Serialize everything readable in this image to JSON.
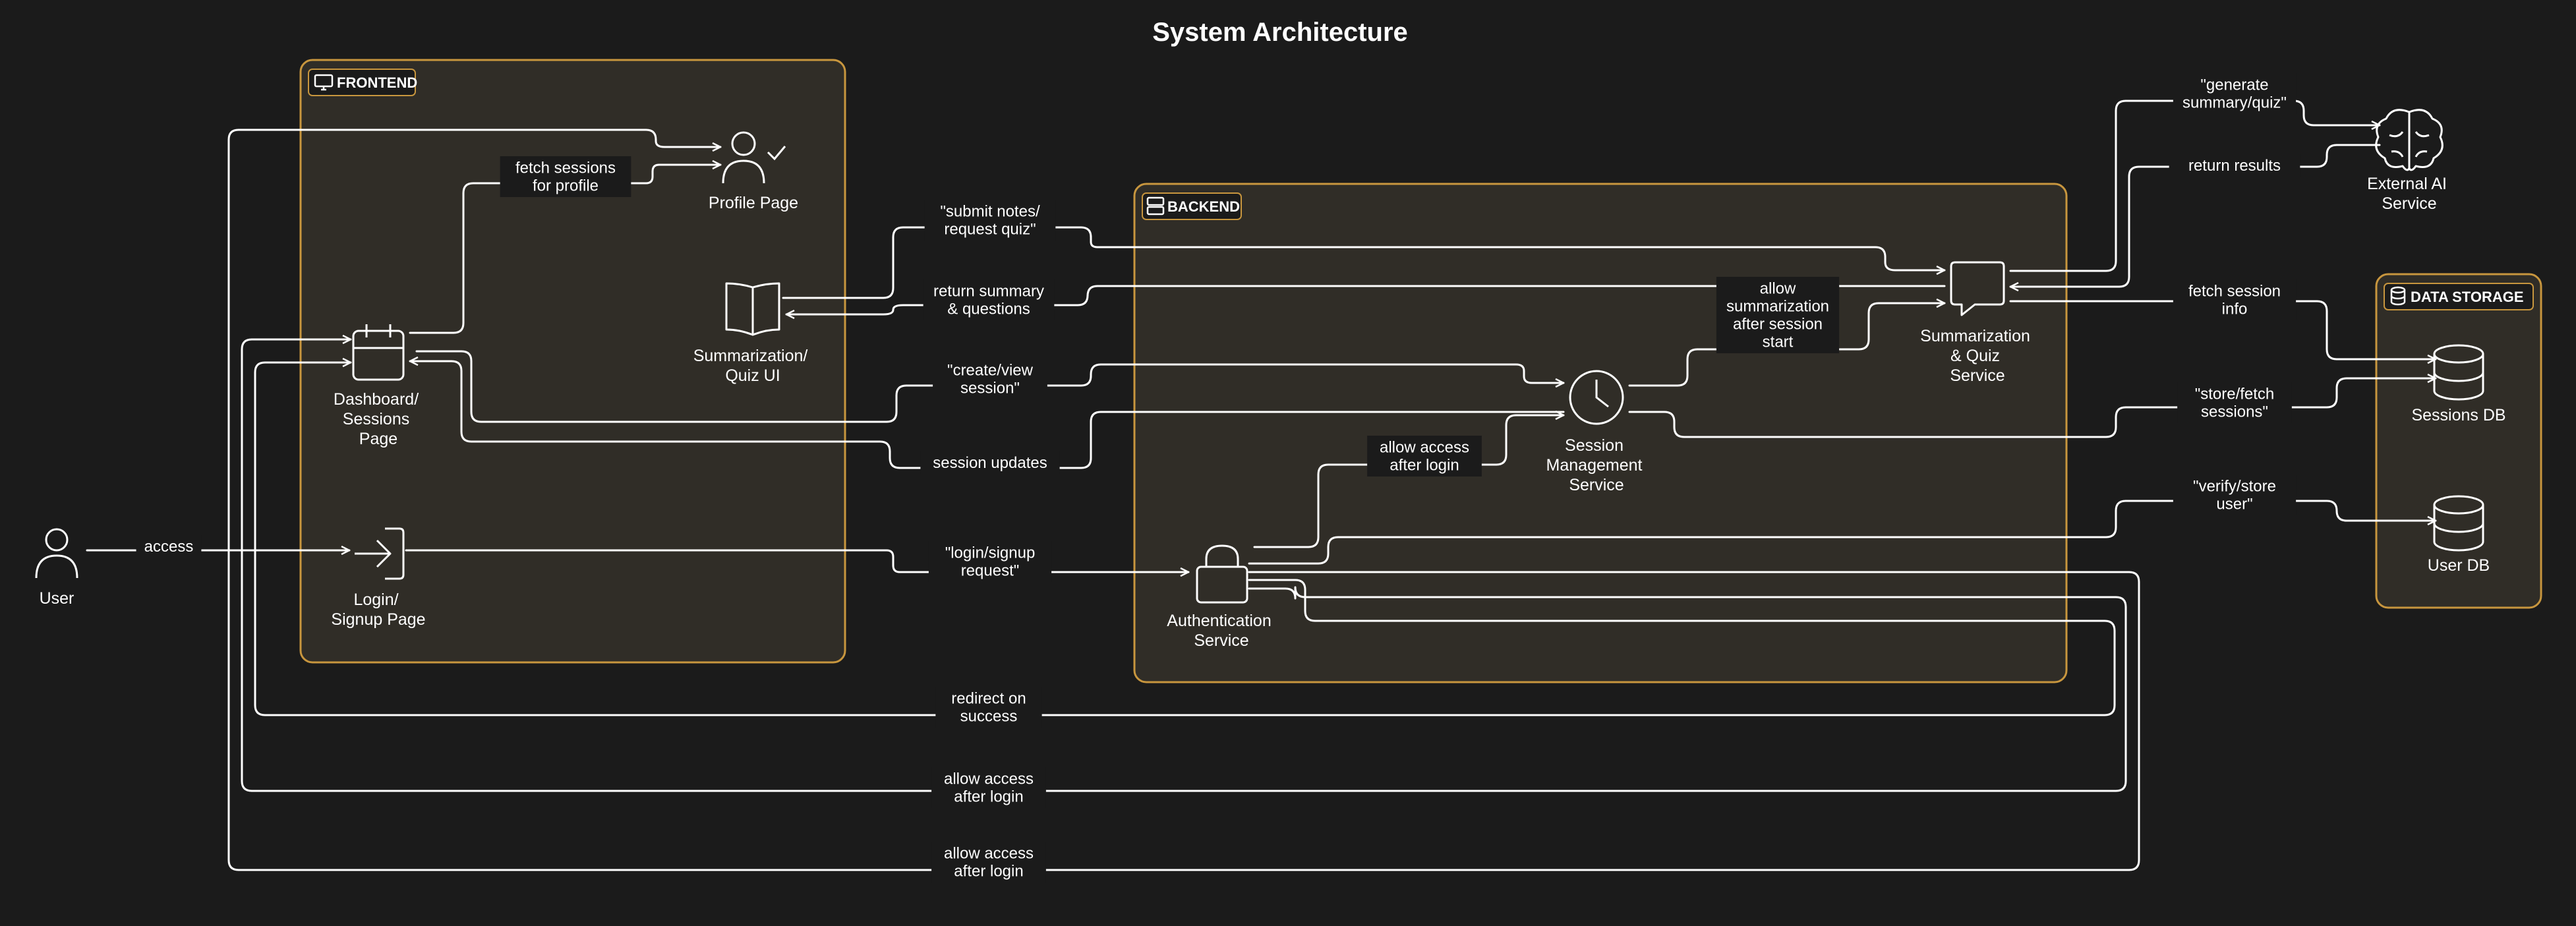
{
  "title": "System Architecture",
  "colors": {
    "background": "#1b1b1b",
    "group_fill": "#302d27",
    "group_border": "#c8963e",
    "line": "#ffffff",
    "text": "#ffffff"
  },
  "groups": {
    "frontend": {
      "label": "FRONTEND",
      "icon": "monitor-icon"
    },
    "backend": {
      "label": "BACKEND",
      "icon": "server-icon"
    },
    "data_storage": {
      "label": "DATA STORAGE",
      "icon": "database-icon"
    }
  },
  "nodes": {
    "user": {
      "lines": [
        "User"
      ],
      "icon": "user-icon"
    },
    "profile_page": {
      "lines": [
        "Profile Page"
      ],
      "icon": "user-check-icon"
    },
    "summarization_ui": {
      "lines": [
        "Summarization/",
        "Quiz UI"
      ],
      "icon": "book-icon"
    },
    "dashboard": {
      "lines": [
        "Dashboard/",
        "Sessions",
        "Page"
      ],
      "icon": "calendar-icon"
    },
    "login_page": {
      "lines": [
        "Login/",
        "Signup Page"
      ],
      "icon": "login-icon"
    },
    "auth_service": {
      "lines": [
        "Authentication",
        "Service"
      ],
      "icon": "lock-icon"
    },
    "session_service": {
      "lines": [
        "Session",
        "Management",
        "Service"
      ],
      "icon": "clock-icon"
    },
    "quiz_service": {
      "lines": [
        "Summarization",
        "& Quiz",
        "Service"
      ],
      "icon": "message-icon"
    },
    "external_ai": {
      "lines": [
        "External AI",
        "Service"
      ],
      "icon": "brain-icon"
    },
    "sessions_db": {
      "lines": [
        "Sessions DB"
      ],
      "icon": "database-icon"
    },
    "user_db": {
      "lines": [
        "User DB"
      ],
      "icon": "database-icon"
    }
  },
  "edges": {
    "access": [
      "access"
    ],
    "fetch_sessions_profile": [
      "fetch sessions",
      "for profile"
    ],
    "submit_notes": [
      "\"submit notes/",
      "request quiz\""
    ],
    "return_summary": [
      "return summary",
      "& questions"
    ],
    "create_view_session": [
      "\"create/view",
      "session\""
    ],
    "session_updates": [
      "session updates"
    ],
    "login_signup_request": [
      "\"login/signup",
      "request\""
    ],
    "allow_access_session": [
      "allow access",
      "after login"
    ],
    "allow_summarization": [
      "allow",
      "summarization",
      "after session",
      "start"
    ],
    "generate_summary": [
      "\"generate",
      "summary/quiz\""
    ],
    "return_results": [
      "return results"
    ],
    "fetch_session_info": [
      "fetch session",
      "info"
    ],
    "store_fetch_sessions": [
      "\"store/fetch",
      "sessions\""
    ],
    "verify_store_user": [
      "\"verify/store",
      "user\""
    ],
    "redirect_on_success": [
      "redirect on",
      "success"
    ],
    "allow_access_dashboard": [
      "allow access",
      "after login"
    ],
    "allow_access_profile": [
      "allow access",
      "after login"
    ]
  }
}
